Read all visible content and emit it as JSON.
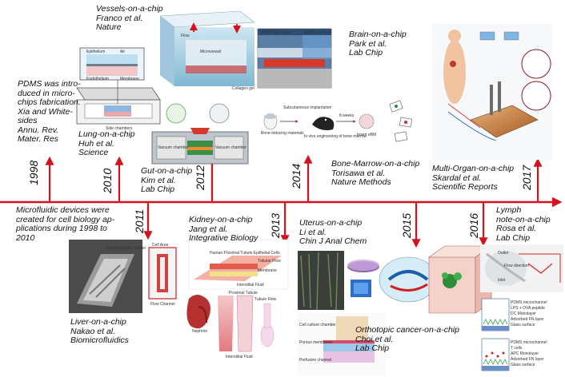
{
  "timeline": {
    "years_above": [
      {
        "label": "1998"
      },
      {
        "label": "2010"
      },
      {
        "label": "2012"
      },
      {
        "label": "2014"
      },
      {
        "label": "2017"
      }
    ],
    "years_below": [
      {
        "label": "2011"
      },
      {
        "label": "2013"
      },
      {
        "label": "2015"
      },
      {
        "label": "2016"
      }
    ],
    "arrow_color": "#d4121b"
  },
  "captions": {
    "pdms": "PDMS was intro-\nduced in micro-\nchips fabrication.\nXia and White-\nsides\nAnnu. Rev.\nMater. Res",
    "vessels": "Vessels-on-a-chip\nFranco et al.\nNature",
    "lung": "Lung-on-a-chip\nHuh et al.\nScience",
    "gut": "Gut-on-a-chip\nKim et al.\nLab Chip",
    "brain": "Brain-on-a-chip\nPark et al.\nLab Chip",
    "bone": "Bone-Marrow-on-a-chip\nTorisawa et al.\nNature Methods",
    "multi": "Multi-Organ-on-a-chip\nSkardal et al.\nScientific Reports",
    "microfluidic": "Microfluidic devices were\ncreated for cell biology ap-\nplications during 1998 to\n2010",
    "liver": "Liver-on-a-chip\nNakao et al.\nBiomicrofluidics",
    "kidney": "Kidney-on-a-chip\nJang et al.\nIntegrative Biology",
    "uterus": "Uterus-on-a-chip\nLi et al.\nChin J Anal Chem",
    "orthotopic": "Orthotopic cancer-on-a-chip\nChoi et al.\nLab Chip",
    "lymph": "Lymph\nnote-on-a-chip\nRosa et al.\nLab Chip"
  },
  "figure_text": {
    "lung_epithelium": "Epithelium",
    "lung_air": "Air",
    "lung_endothelium": "Endothelium",
    "lung_membrane": "Membrane",
    "lung_side": "Side chambers",
    "vessel_flow": "Flow",
    "vessel_microvessel": "Microvessel",
    "vessel_collagen": "Collagen gel",
    "gut_vacuum": "Vacuum chamber",
    "brain_side": "μBBB Side View",
    "brain_top": "μBBB Top View",
    "bone_1": "Bone-inducing materials",
    "bone_2": "Subcutaneous implantation",
    "bone_3": "In vivo engineering of bone marrow",
    "bone_4": "8 weeks",
    "bone_5": "Insert eBM",
    "liver_barrier": "Endothelial-like Barrier",
    "liver_cell": "Cell Area",
    "liver_flow": "Flow Channel",
    "kidney_title": "Human Proximal Tubule Epithelial Cells",
    "kidney_flow": "Tubular Flow",
    "kidney_membrane": "Membrane",
    "kidney_fluid": "Interstitial Fluid",
    "kidney_nephron": "Nephron",
    "kidney_proximal": "Proximal Tubule",
    "kidney_interstitial": "Interstitial Fluid",
    "kidney_tubule": "Tubule Flow",
    "uterus_chamber": "Cell culture chamber",
    "uterus_porous": "Porous membrane",
    "uterus_perfusion": "Perfusion channel",
    "lymph_outlet": "Outlet",
    "lymph_flow": "Flow direction",
    "lymph_inlet": "Inlet",
    "lymph_l1": "PDMS microchannel",
    "lymph_l2": "LPS + OVA peptide",
    "lymph_l3": "DC Monolayer",
    "lymph_l4": "Adsorbed FN layer",
    "lymph_l5": "Glass surface",
    "lymph_m1": "PDMS microchannel",
    "lymph_m2": "T cells",
    "lymph_m3": "APC Monolayer",
    "lymph_m4": "Adsorbed FN layer",
    "lymph_m5": "Glass surface"
  }
}
